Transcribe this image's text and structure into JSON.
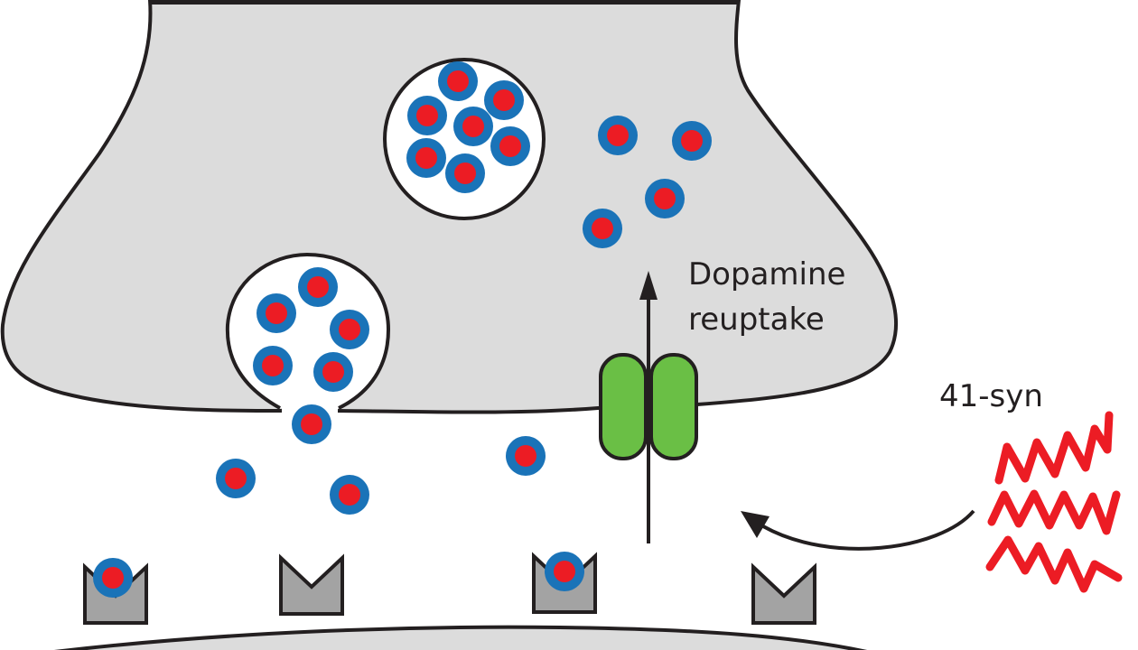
{
  "labels": {
    "reuptake_line1": "Dopamine",
    "reuptake_line2": "reuptake",
    "alpha_syn": "41-syn"
  },
  "colors": {
    "neuron_fill": "#dcdcdc",
    "outline": "#231f20",
    "vesicle_fill": "#ffffff",
    "dopamine_outer": "#1a73b8",
    "dopamine_inner": "#ec1c24",
    "transporter": "#6abf45",
    "receptor": "#a3a3a3",
    "alpha_syn": "#ec1c24"
  },
  "counts": {
    "dopamine_in_storage_vesicle": 7,
    "dopamine_in_fusing_vesicle": 5,
    "dopamine_free_in_terminal": 4,
    "dopamine_in_cleft": 5,
    "receptors": 4,
    "receptors_bound": 2,
    "alpha_syn_aggregates": 3
  }
}
